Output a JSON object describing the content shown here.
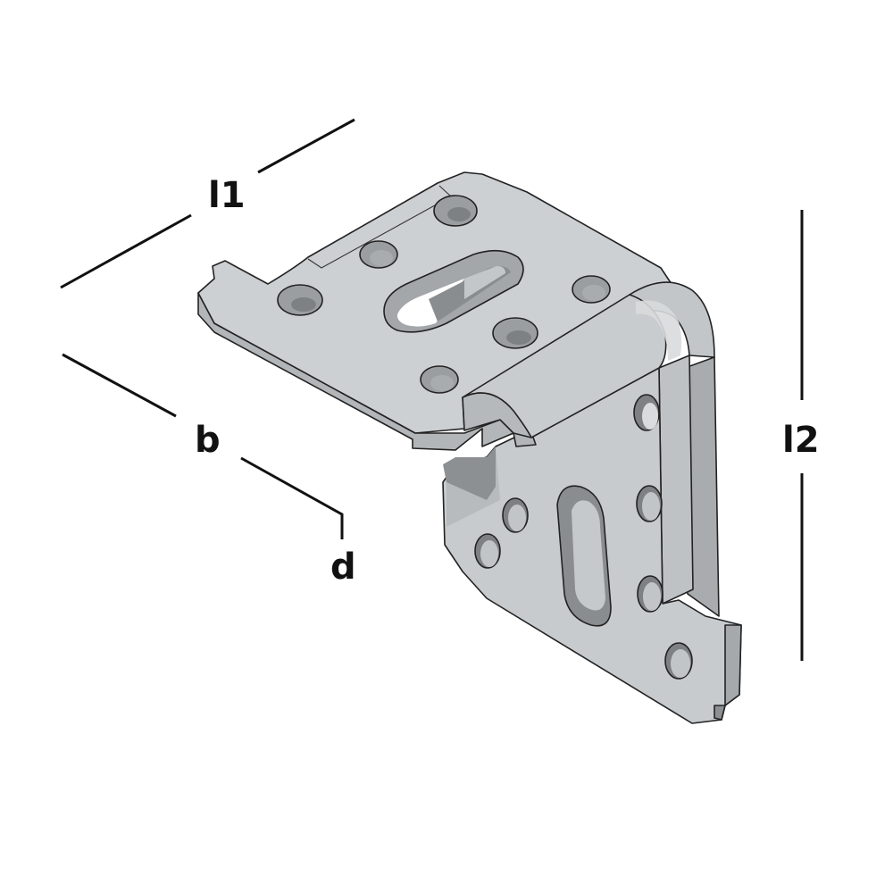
{
  "figure": {
    "subject": "angle-bracket",
    "colors": {
      "plate_top": "#cdd0d3",
      "plate_side": "#b8bbbe",
      "plate_edge": "#a9acaf",
      "shadow": "#8d9093",
      "hole_dark": "#7e8184",
      "outline": "#222222",
      "dimension": "#111111"
    }
  },
  "dimensions": {
    "l1": "l1",
    "b": "b",
    "d": "d",
    "l2": "l2"
  }
}
